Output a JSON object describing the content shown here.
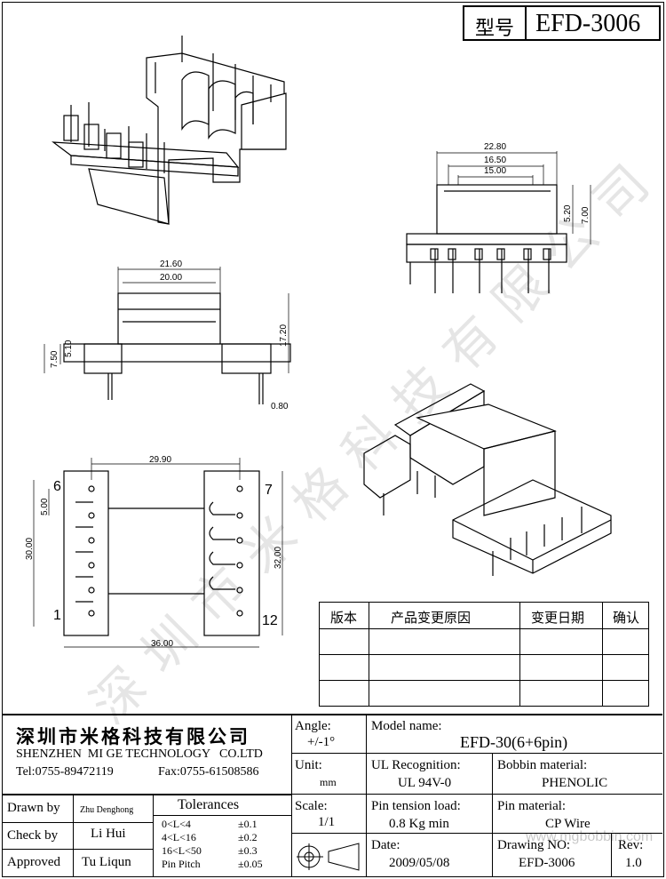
{
  "header": {
    "type_label": "型号",
    "model": "EFD-3006"
  },
  "watermark": {
    "text": "深圳市米格科技有限公司",
    "url": "www.mgbobbin.com"
  },
  "dims": {
    "top_w1": "22.80",
    "top_w2": "16.50",
    "top_w3": "15.00",
    "top_h1": "5.20",
    "top_h2": "7.00",
    "side_w1": "21.60",
    "side_w2": "20.00",
    "side_h_left1": "7.50",
    "side_h_left2": "5.10",
    "side_h_right": "17.20",
    "pin_d": "0.80",
    "pin_span": "29.90",
    "pitch": "5.00",
    "left_h": "30.00",
    "right_h": "32.00",
    "bottom_w": "36.00"
  },
  "pins": {
    "p6": "6",
    "p7": "7",
    "p1": "1",
    "p12": "12"
  },
  "revision_table": {
    "headers": [
      "版本",
      "产品变更原因",
      "变更日期",
      "确认"
    ],
    "rows": [
      [
        "",
        "",
        "",
        ""
      ],
      [
        "",
        "",
        "",
        ""
      ],
      [
        "",
        "",
        "",
        ""
      ]
    ]
  },
  "company": {
    "name_cn": "深圳市米格科技有限公司",
    "name_en": "SHENZHEN  MI GE TECHNOLOGY   CO.LTD",
    "tel": "Tel:0755-89472119",
    "fax": "Fax:0755-61508586"
  },
  "title_block": {
    "angle_label": "Angle:",
    "angle_value": "+/-1°",
    "unit_label": "Unit:",
    "unit_value": "mm",
    "scale_label": "Scale:",
    "scale_value": "1/1",
    "model_label": "Model name:",
    "model_value": "EFD-30(6+6pin)",
    "ul_label": "UL Recognition:",
    "ul_value": "UL 94V-0",
    "bobbin_label": "Bobbin material:",
    "bobbin_value": "PHENOLIC",
    "pin_tension_label": "Pin tension load:",
    "pin_tension_value": "0.8 Kg min",
    "pin_material_label": "Pin material:",
    "pin_material_value": "CP Wire",
    "date_label": "Date:",
    "date_value": "2009/05/08",
    "drawing_label": "Drawing NO:",
    "drawing_value": "EFD-3006",
    "rev_label": "Rev:",
    "rev_value": "1.0"
  },
  "signoff": {
    "drawn_label": "Drawn by",
    "drawn_value": "Zhu Denghong",
    "check_label": "Check by",
    "check_value": "Li Hui",
    "approved_label": "Approved",
    "approved_value": "Tu Liqun"
  },
  "tolerances": {
    "title": "Tolerances",
    "rows": [
      {
        "range": "0<L<4",
        "tol": "±0.1"
      },
      {
        "range": "4<L<16",
        "tol": "±0.2"
      },
      {
        "range": "16<L<50",
        "tol": "±0.3"
      },
      {
        "range": "Pin Pitch",
        "tol": "±0.05"
      }
    ]
  }
}
